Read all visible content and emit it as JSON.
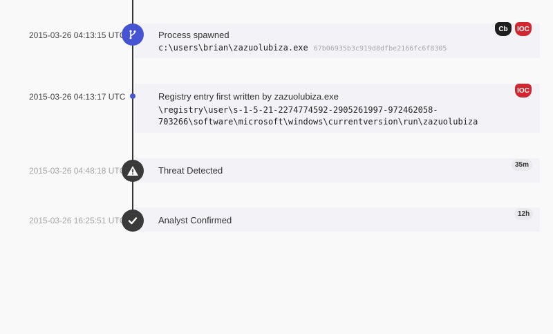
{
  "events": [
    {
      "timestamp": "2015-03-26 04:13:15 UTC",
      "title": "Process spawned",
      "path": "c:\\users\\brian\\zazuolubiza.exe",
      "hash": "67b06935b3c919d8dfbe2166fc6f8305",
      "icon": "branch-icon",
      "badges": [
        "Cb",
        "IOC"
      ]
    },
    {
      "timestamp": "2015-03-26 04:13:17 UTC",
      "title": "Registry entry first written by zazuolubiza.exe",
      "path_line1": "\\registry\\user\\s-1-5-21-2274774592-2905261997-972462058-",
      "path_line2": "703266\\software\\microsoft\\windows\\currentversion\\run\\zazuolubiza",
      "badges": [
        "IOC"
      ]
    },
    {
      "timestamp": "2015-03-26 04:48:18 UTC",
      "title": "Threat Detected",
      "icon": "warning-icon",
      "elapsed": "35m"
    },
    {
      "timestamp": "2015-03-26 16:25:51 UTC",
      "title": "Analyst Confirmed",
      "icon": "checkmark-icon",
      "elapsed": "12h"
    }
  ],
  "colors": {
    "accent": "#4754d1",
    "ioc": "#d22630",
    "cb": "#1e1e1e",
    "node_dark": "#3a3a3a",
    "card_bg": "#f3f2f6"
  }
}
